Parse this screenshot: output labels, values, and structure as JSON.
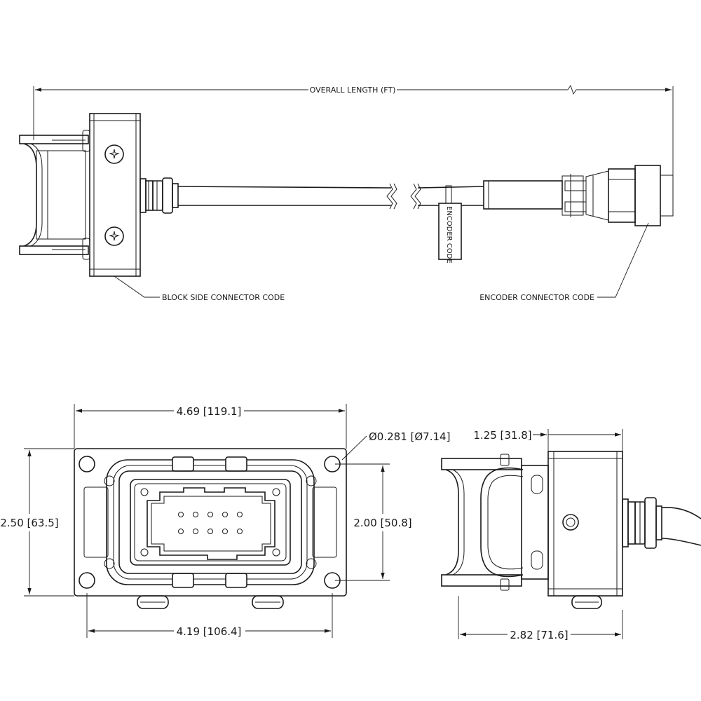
{
  "labels": {
    "overall_length": "OVERALL LENGTH (FT)",
    "block_side_connector_code": "BLOCK SIDE CONNECTOR CODE",
    "encoder_connector_code": "ENCODER CONNECTOR CODE",
    "encoder_code_tag": "ENCODER CODE"
  },
  "dimensions": {
    "front_width": "4.69 [119.1]",
    "hole_diameter": "Ø0.281 [Ø7.14]",
    "front_height": "2.50 [63.5]",
    "hole_spacing_vertical": "2.00 [50.8]",
    "hole_spacing_horizontal": "4.19 [106.4]",
    "side_depth": "1.25 [31.8]",
    "side_length": "2.82 [71.6]"
  }
}
